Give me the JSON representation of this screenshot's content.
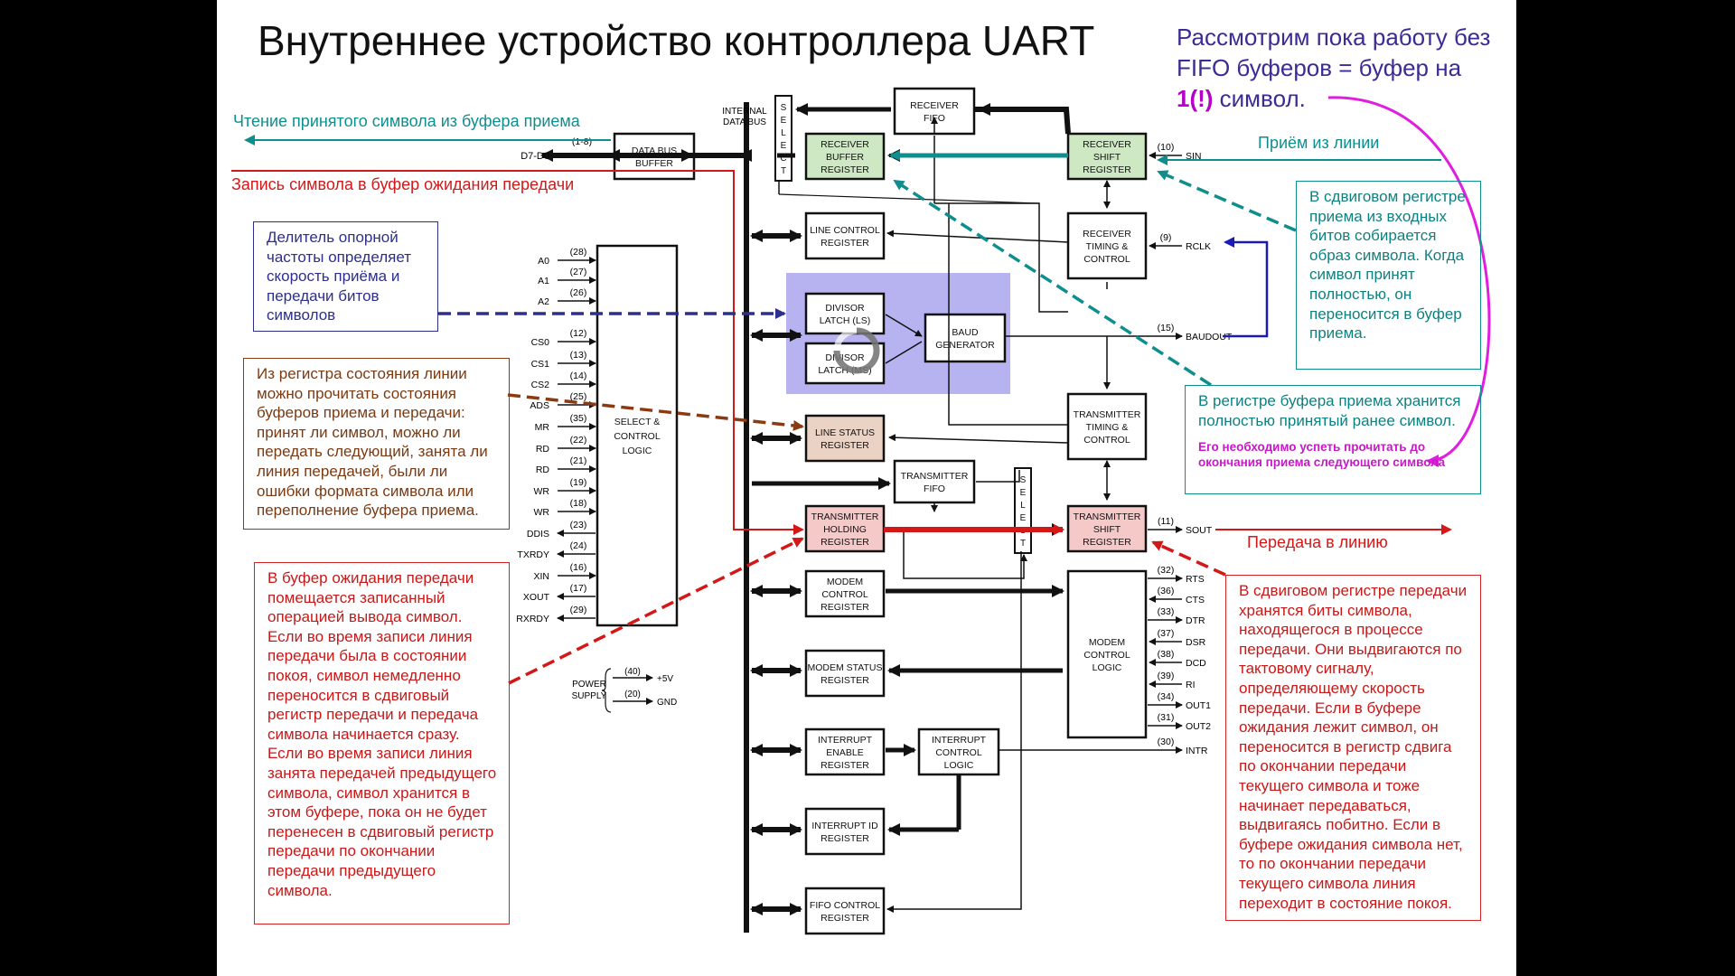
{
  "title": "Внутреннее устройство контроллера UART",
  "intro": {
    "before": "Рассмотрим пока работу без FIFO буферов = буфер на ",
    "highlight": "1(!)",
    "after": " символ."
  },
  "labels": {
    "read_rx": "Чтение принятого символа из буфера приема",
    "write_tx": "Запись символа в буфер ожидания передачи",
    "rx_line": "Приём из линии",
    "tx_line": "Передача в линию"
  },
  "notes": {
    "divisor": "Делитель опорной частоты определяет скорость приёма и передачи битов символов",
    "line_status": "Из регистра состояния линии можно прочитать состояния буферов приема и передачи: принят ли символ, можно ли передать следующий, занята ли линия передачей, были ли ошибки формата символа или переполнение буфера приема.",
    "tx_holding": "В буфер ожидания передачи помещается записанный операцией вывода символ. Если во время записи линия передачи была в состоянии покоя, символ немедленно переносится в сдвиговый регистр передачи и передача символа начинается сразу. Если во время записи линия занята передачей предыдущего символа, символ хранится в этом буфере, пока он не будет перенесен в сдвиговый регистр передачи по окончании передачи предыдущего символа.",
    "rx_shift": "В сдвиговом регистре приема из входных битов собирается образ символа. Когда символ принят полностью, он переносится в буфер приема.",
    "rx_buffer": "В регистре буфера приема хранится полностью принятый ранее символ.",
    "rx_buffer_warn": "Его необходимо успеть прочитать до окончания приема следующего символа",
    "tx_shift": "В сдвиговом регистре передачи хранятся биты символа, находящегося в процессе передачи. Они выдвигаются по тактовому сигналу, определяющему скорость передачи. Если в буфере ожидания лежит символ, он переносится в регистр сдвига по окончании передачи текущего символа и тоже начинает передаваться, выдвигаясь побитно. Если в буфере ожидания символа нет, то по окончании передачи текущего символа линия переходит в состояние покоя."
  },
  "diagram": {
    "internal_bus": "INTERNAL DATA BUS",
    "select": "SELECT",
    "blocks": {
      "data_bus_buffer": "DATA BUS BUFFER",
      "receiver_fifo": "RECEIVER FIFO",
      "receiver_buffer": "RECEIVER BUFFER REGISTER",
      "receiver_shift": "RECEIVER SHIFT REGISTER",
      "line_control": "LINE CONTROL REGISTER",
      "receiver_timing": "RECEIVER TIMING & CONTROL",
      "divisor_ls": "DIVISOR LATCH (LS)",
      "divisor_ms": "DIVISOR LATCH (MS)",
      "baud_gen": "BAUD GENERATOR",
      "select_control": "SELECT & CONTROL LOGIC",
      "line_status": "LINE STATUS REGISTER",
      "transmitter_timing": "TRANSMITTER TIMING & CONTROL",
      "transmitter_fifo": "TRANSMITTER FIFO",
      "transmitter_holding": "TRANSMITTER HOLDING REGISTER",
      "transmitter_shift": "TRANSMITTER SHIFT REGISTER",
      "modem_control": "MODEM CONTROL REGISTER",
      "modem_status": "MODEM STATUS REGISTER",
      "modem_logic": "MODEM CONTROL LOGIC",
      "interrupt_enable": "INTERRUPT ENABLE REGISTER",
      "interrupt_control": "INTERRUPT CONTROL LOGIC",
      "interrupt_id": "INTERRUPT ID REGISTER",
      "fifo_control": "FIFO CONTROL REGISTER"
    },
    "data_pins": {
      "label": "D7-D0",
      "pins": "(1-8)"
    },
    "left_pins": [
      {
        "name": "A0",
        "pin": "(28)"
      },
      {
        "name": "A1",
        "pin": "(27)"
      },
      {
        "name": "A2",
        "pin": "(26)"
      },
      {
        "name": "CS0",
        "pin": "(12)"
      },
      {
        "name": "CS1",
        "pin": "(13)"
      },
      {
        "name": "CS2",
        "pin": "(14)"
      },
      {
        "name": "ADS",
        "pin": "(25)"
      },
      {
        "name": "MR",
        "pin": "(35)"
      },
      {
        "name": "RD",
        "pin": "(22)"
      },
      {
        "name": "RD",
        "pin": "(21)"
      },
      {
        "name": "WR",
        "pin": "(19)"
      },
      {
        "name": "WR",
        "pin": "(18)"
      },
      {
        "name": "DDIS",
        "pin": "(23)"
      },
      {
        "name": "TXRDY",
        "pin": "(24)"
      },
      {
        "name": "XIN",
        "pin": "(16)"
      },
      {
        "name": "XOUT",
        "pin": "(17)"
      },
      {
        "name": "RXRDY",
        "pin": "(29)"
      }
    ],
    "power": {
      "label": "POWER SUPPLY",
      "vcc_pin": "(40)",
      "vcc": "+5V",
      "gnd_pin": "(20)",
      "gnd": "GND"
    },
    "right_pins": {
      "sin": {
        "name": "SIN",
        "pin": "(10)"
      },
      "rclk": {
        "name": "RCLK",
        "pin": "(9)"
      },
      "baudout": {
        "name": "BAUDOUT",
        "pin": "(15)"
      },
      "sout": {
        "name": "SOUT",
        "pin": "(11)"
      },
      "modem": [
        {
          "name": "RTS",
          "pin": "(32)"
        },
        {
          "name": "CTS",
          "pin": "(36)"
        },
        {
          "name": "DTR",
          "pin": "(33)"
        },
        {
          "name": "DSR",
          "pin": "(37)"
        },
        {
          "name": "DCD",
          "pin": "(38)"
        },
        {
          "name": "RI",
          "pin": "(39)"
        },
        {
          "name": "OUT1",
          "pin": "(34)"
        },
        {
          "name": "OUT2",
          "pin": "(31)"
        }
      ],
      "intr": {
        "name": "INTR",
        "pin": "(30)"
      }
    }
  },
  "colors": {
    "rx_highlight": "#cfe8c4",
    "tx_highlight": "#f6c9c9",
    "lsr_highlight": "#ead2c4",
    "divisor_highlight": "#b7b3f0",
    "teal": "#0f8e8e",
    "red": "#d41818",
    "magenta": "#e01ee0",
    "navy": "#2d2f8c",
    "brown": "#8b3a12"
  }
}
